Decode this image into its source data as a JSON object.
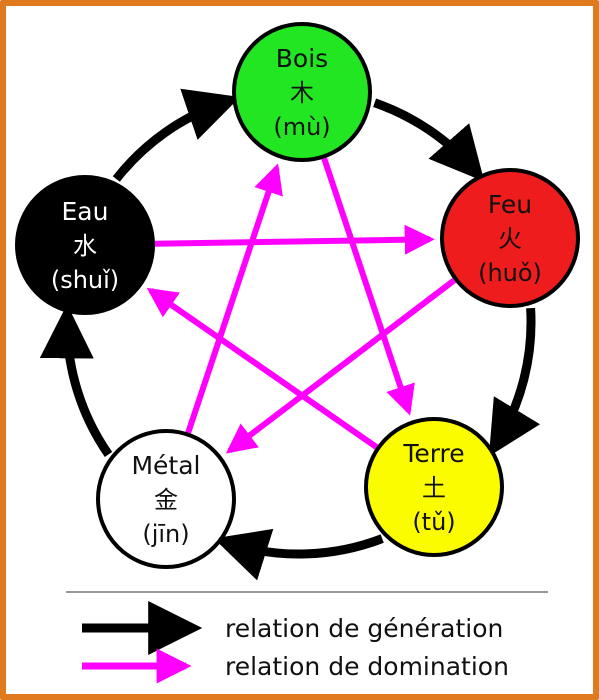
{
  "elements": [
    {
      "key": "bois",
      "name": "Bois",
      "hanzi": "木",
      "pinyin": "(mù)",
      "color": "#22e622",
      "text_color": "#111111"
    },
    {
      "key": "feu",
      "name": "Feu",
      "hanzi": "火",
      "pinyin": "(huǒ)",
      "color": "#ee1c1c",
      "text_color": "#111111"
    },
    {
      "key": "terre",
      "name": "Terre",
      "hanzi": "土",
      "pinyin": "(tǔ)",
      "color": "#fcfc00",
      "text_color": "#111111"
    },
    {
      "key": "metal",
      "name": "Métal",
      "hanzi": "金",
      "pinyin": "(jīn)",
      "color": "#ffffff",
      "text_color": "#111111"
    },
    {
      "key": "eau",
      "name": "Eau",
      "hanzi": "水",
      "pinyin": "(shuǐ)",
      "color": "#000000",
      "text_color": "#ffffff"
    }
  ],
  "generation_cycle": [
    [
      "bois",
      "feu"
    ],
    [
      "feu",
      "terre"
    ],
    [
      "terre",
      "metal"
    ],
    [
      "metal",
      "eau"
    ],
    [
      "eau",
      "bois"
    ]
  ],
  "domination_cycle": [
    [
      "bois",
      "terre"
    ],
    [
      "terre",
      "eau"
    ],
    [
      "eau",
      "feu"
    ],
    [
      "feu",
      "metal"
    ],
    [
      "metal",
      "bois"
    ]
  ],
  "colors": {
    "generation": "#000000",
    "domination": "#ff00ff",
    "frame": "#e07a1f",
    "divider": "#999999"
  },
  "legend": {
    "generation_label": "relation de génération",
    "domination_label": "relation de domination"
  }
}
